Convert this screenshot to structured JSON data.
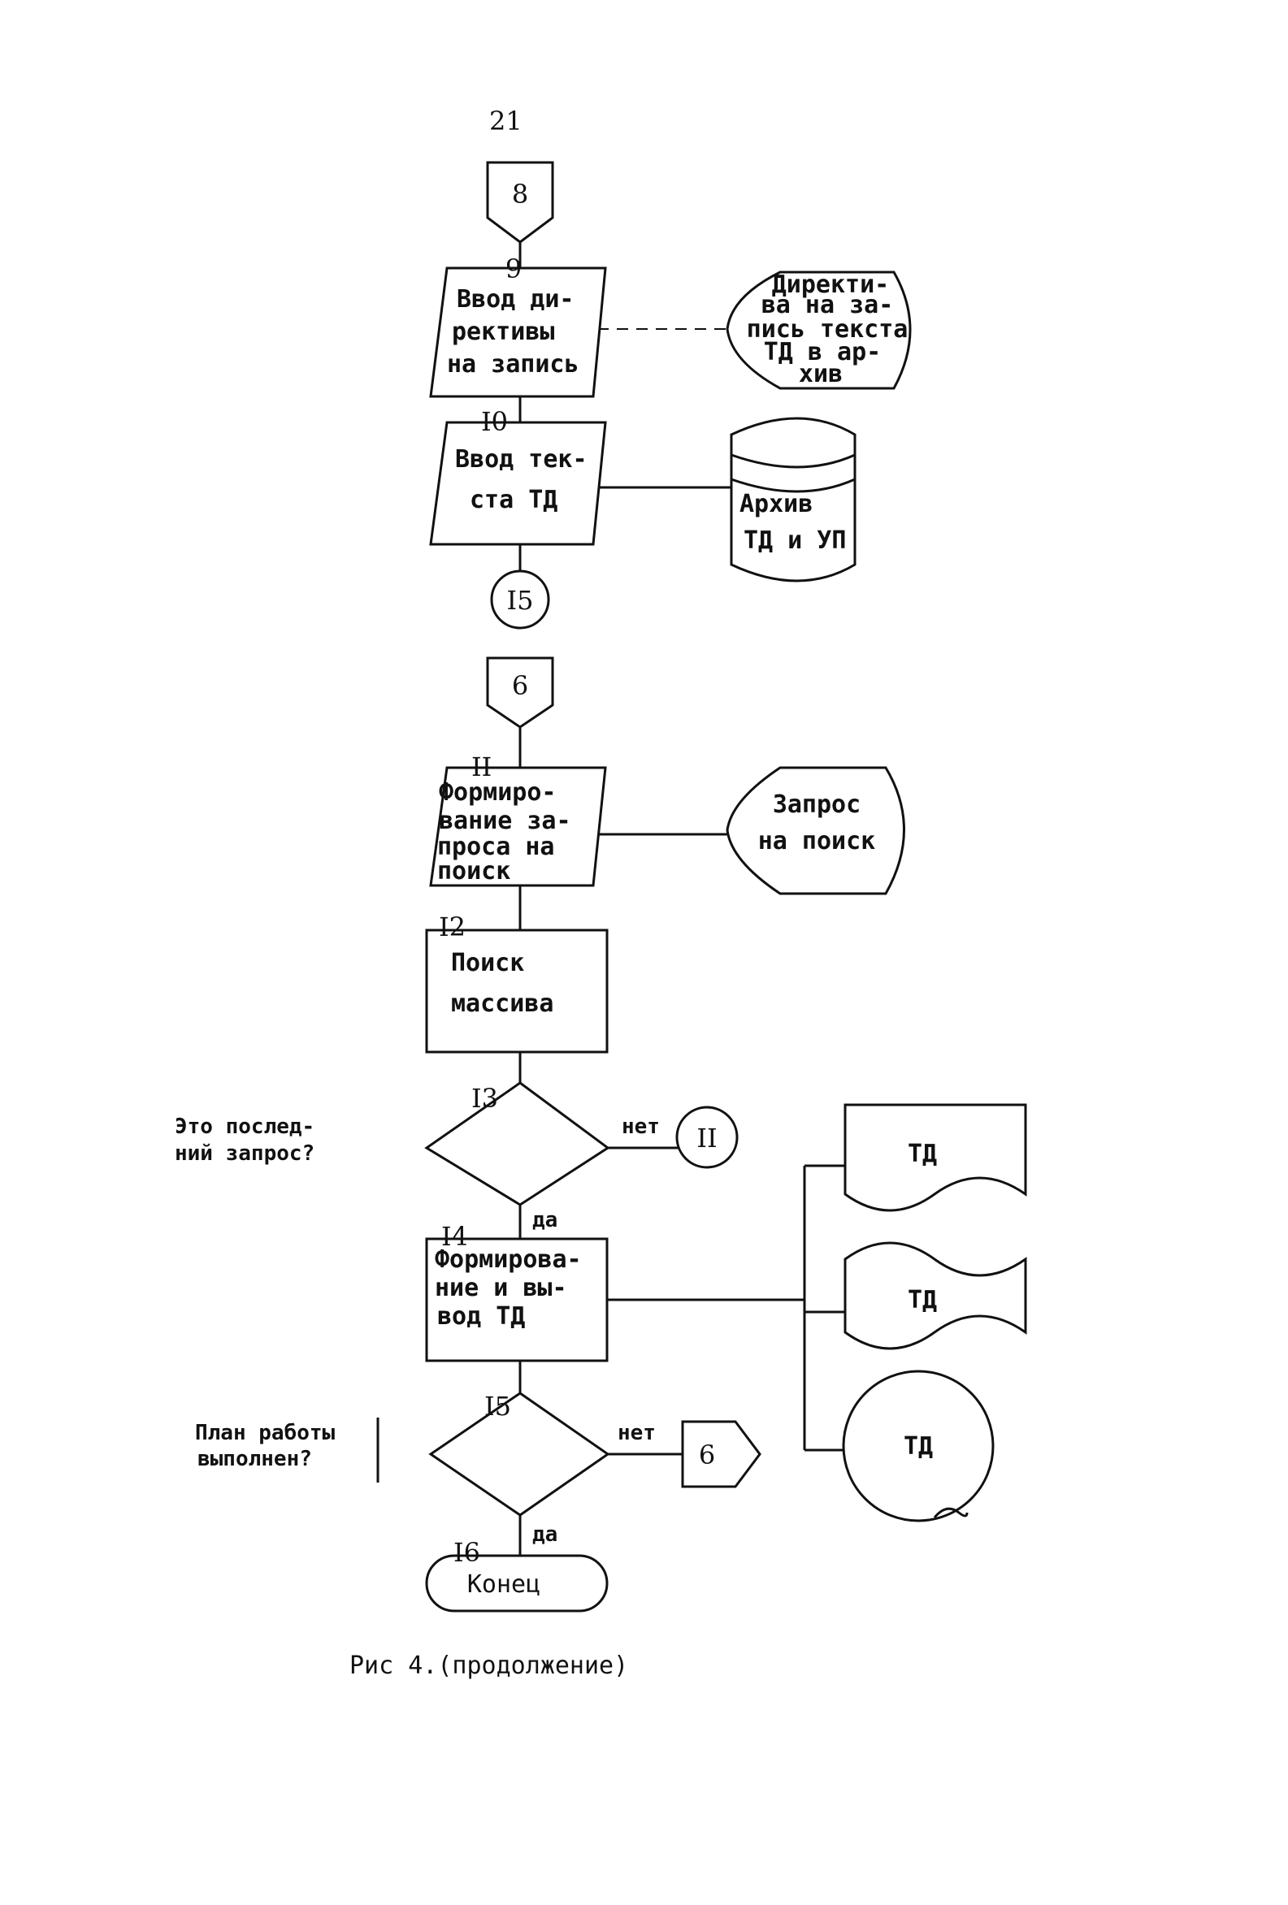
{
  "page_number": "21",
  "blocks": {
    "conn_8_in": "8",
    "b9": {
      "num": "9",
      "lines": [
        "Ввод ди-",
        "рективы",
        "на запись"
      ]
    },
    "doc_directive": {
      "lines": [
        "Директи-",
        "ва на за-",
        "пись текста",
        "ТД в ар-",
        "хив"
      ]
    },
    "b10": {
      "num": "I0",
      "lines": [
        "Ввод тек-",
        "ста ТД"
      ]
    },
    "archive": {
      "lines": [
        "Архив",
        "ТД и УП"
      ]
    },
    "conn_15": "I5",
    "conn_6_in": "6",
    "b11": {
      "num": "II",
      "lines": [
        "Формиро-",
        "вание за-",
        "проса на",
        "поиск"
      ]
    },
    "query": {
      "lines": [
        "Запрос",
        "на поиск"
      ]
    },
    "b12": {
      "num": "I2",
      "lines": [
        "Поиск",
        "массива"
      ]
    },
    "b13": {
      "num": "I3",
      "question": [
        "Это послед-",
        "ний запрос?"
      ],
      "no": "нет",
      "yes": "да"
    },
    "conn_11": "II",
    "b14": {
      "num": "I4",
      "lines": [
        "Формирова-",
        "ние и вы-",
        "вод ТД"
      ]
    },
    "out_doc": "ТД",
    "out_tape": "ТД",
    "out_disk": "ТД",
    "b15": {
      "num": "I5",
      "question": [
        "План работы",
        "выполнен?"
      ],
      "no": "нет",
      "yes": "да"
    },
    "conn_6_out": "6",
    "b16": {
      "num": "I6",
      "label": "Конец"
    }
  },
  "caption": "Рис 4.(продолжение)"
}
